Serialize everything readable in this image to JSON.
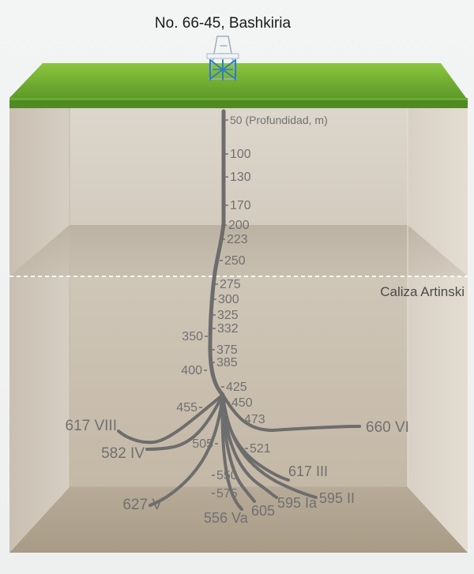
{
  "title": "No. 66-45, Bashkiria",
  "formation_label": "Caliza Artinski",
  "depth_ticks": [
    {
      "text": "50 (Profundidad, m)",
      "depth": 50
    },
    {
      "text": "100",
      "depth": 100
    },
    {
      "text": "130",
      "depth": 130
    },
    {
      "text": "170",
      "depth": 170
    },
    {
      "text": "200",
      "depth": 200
    },
    {
      "text": "223",
      "depth": 223
    },
    {
      "text": "250",
      "depth": 250
    },
    {
      "text": "275",
      "depth": 275
    },
    {
      "text": "300",
      "depth": 300
    },
    {
      "text": "325",
      "depth": 325
    },
    {
      "text": "332",
      "depth": 332
    },
    {
      "text": "350",
      "depth": 350
    },
    {
      "text": "375",
      "depth": 375
    },
    {
      "text": "385",
      "depth": 385
    },
    {
      "text": "400",
      "depth": 400
    },
    {
      "text": "425",
      "depth": 425
    },
    {
      "text": "450",
      "depth": 450
    },
    {
      "text": "455",
      "depth": 455
    },
    {
      "text": "473",
      "depth": 473
    },
    {
      "text": "505",
      "depth": 505
    },
    {
      "text": "521",
      "depth": 521
    },
    {
      "text": "550",
      "depth": 550
    },
    {
      "text": "575",
      "depth": 575
    }
  ],
  "laterals": [
    {
      "text": "617 VIII"
    },
    {
      "text": "582 IV"
    },
    {
      "text": "660 VI"
    },
    {
      "text": "627 V"
    },
    {
      "text": "617 III"
    },
    {
      "text": "595 II"
    },
    {
      "text": "595 Ia"
    },
    {
      "text": "605"
    },
    {
      "text": "556 Va"
    }
  ],
  "colors": {
    "ground_top": "#6aa52c",
    "ground_edge": "#4e8a20",
    "well_line": "#6d6d6d",
    "label_text": "#707070",
    "rock_light": "#d7cfc3",
    "rock_dark": "#b6ab9c"
  },
  "icons": [
    "drilling-rig-icon"
  ]
}
